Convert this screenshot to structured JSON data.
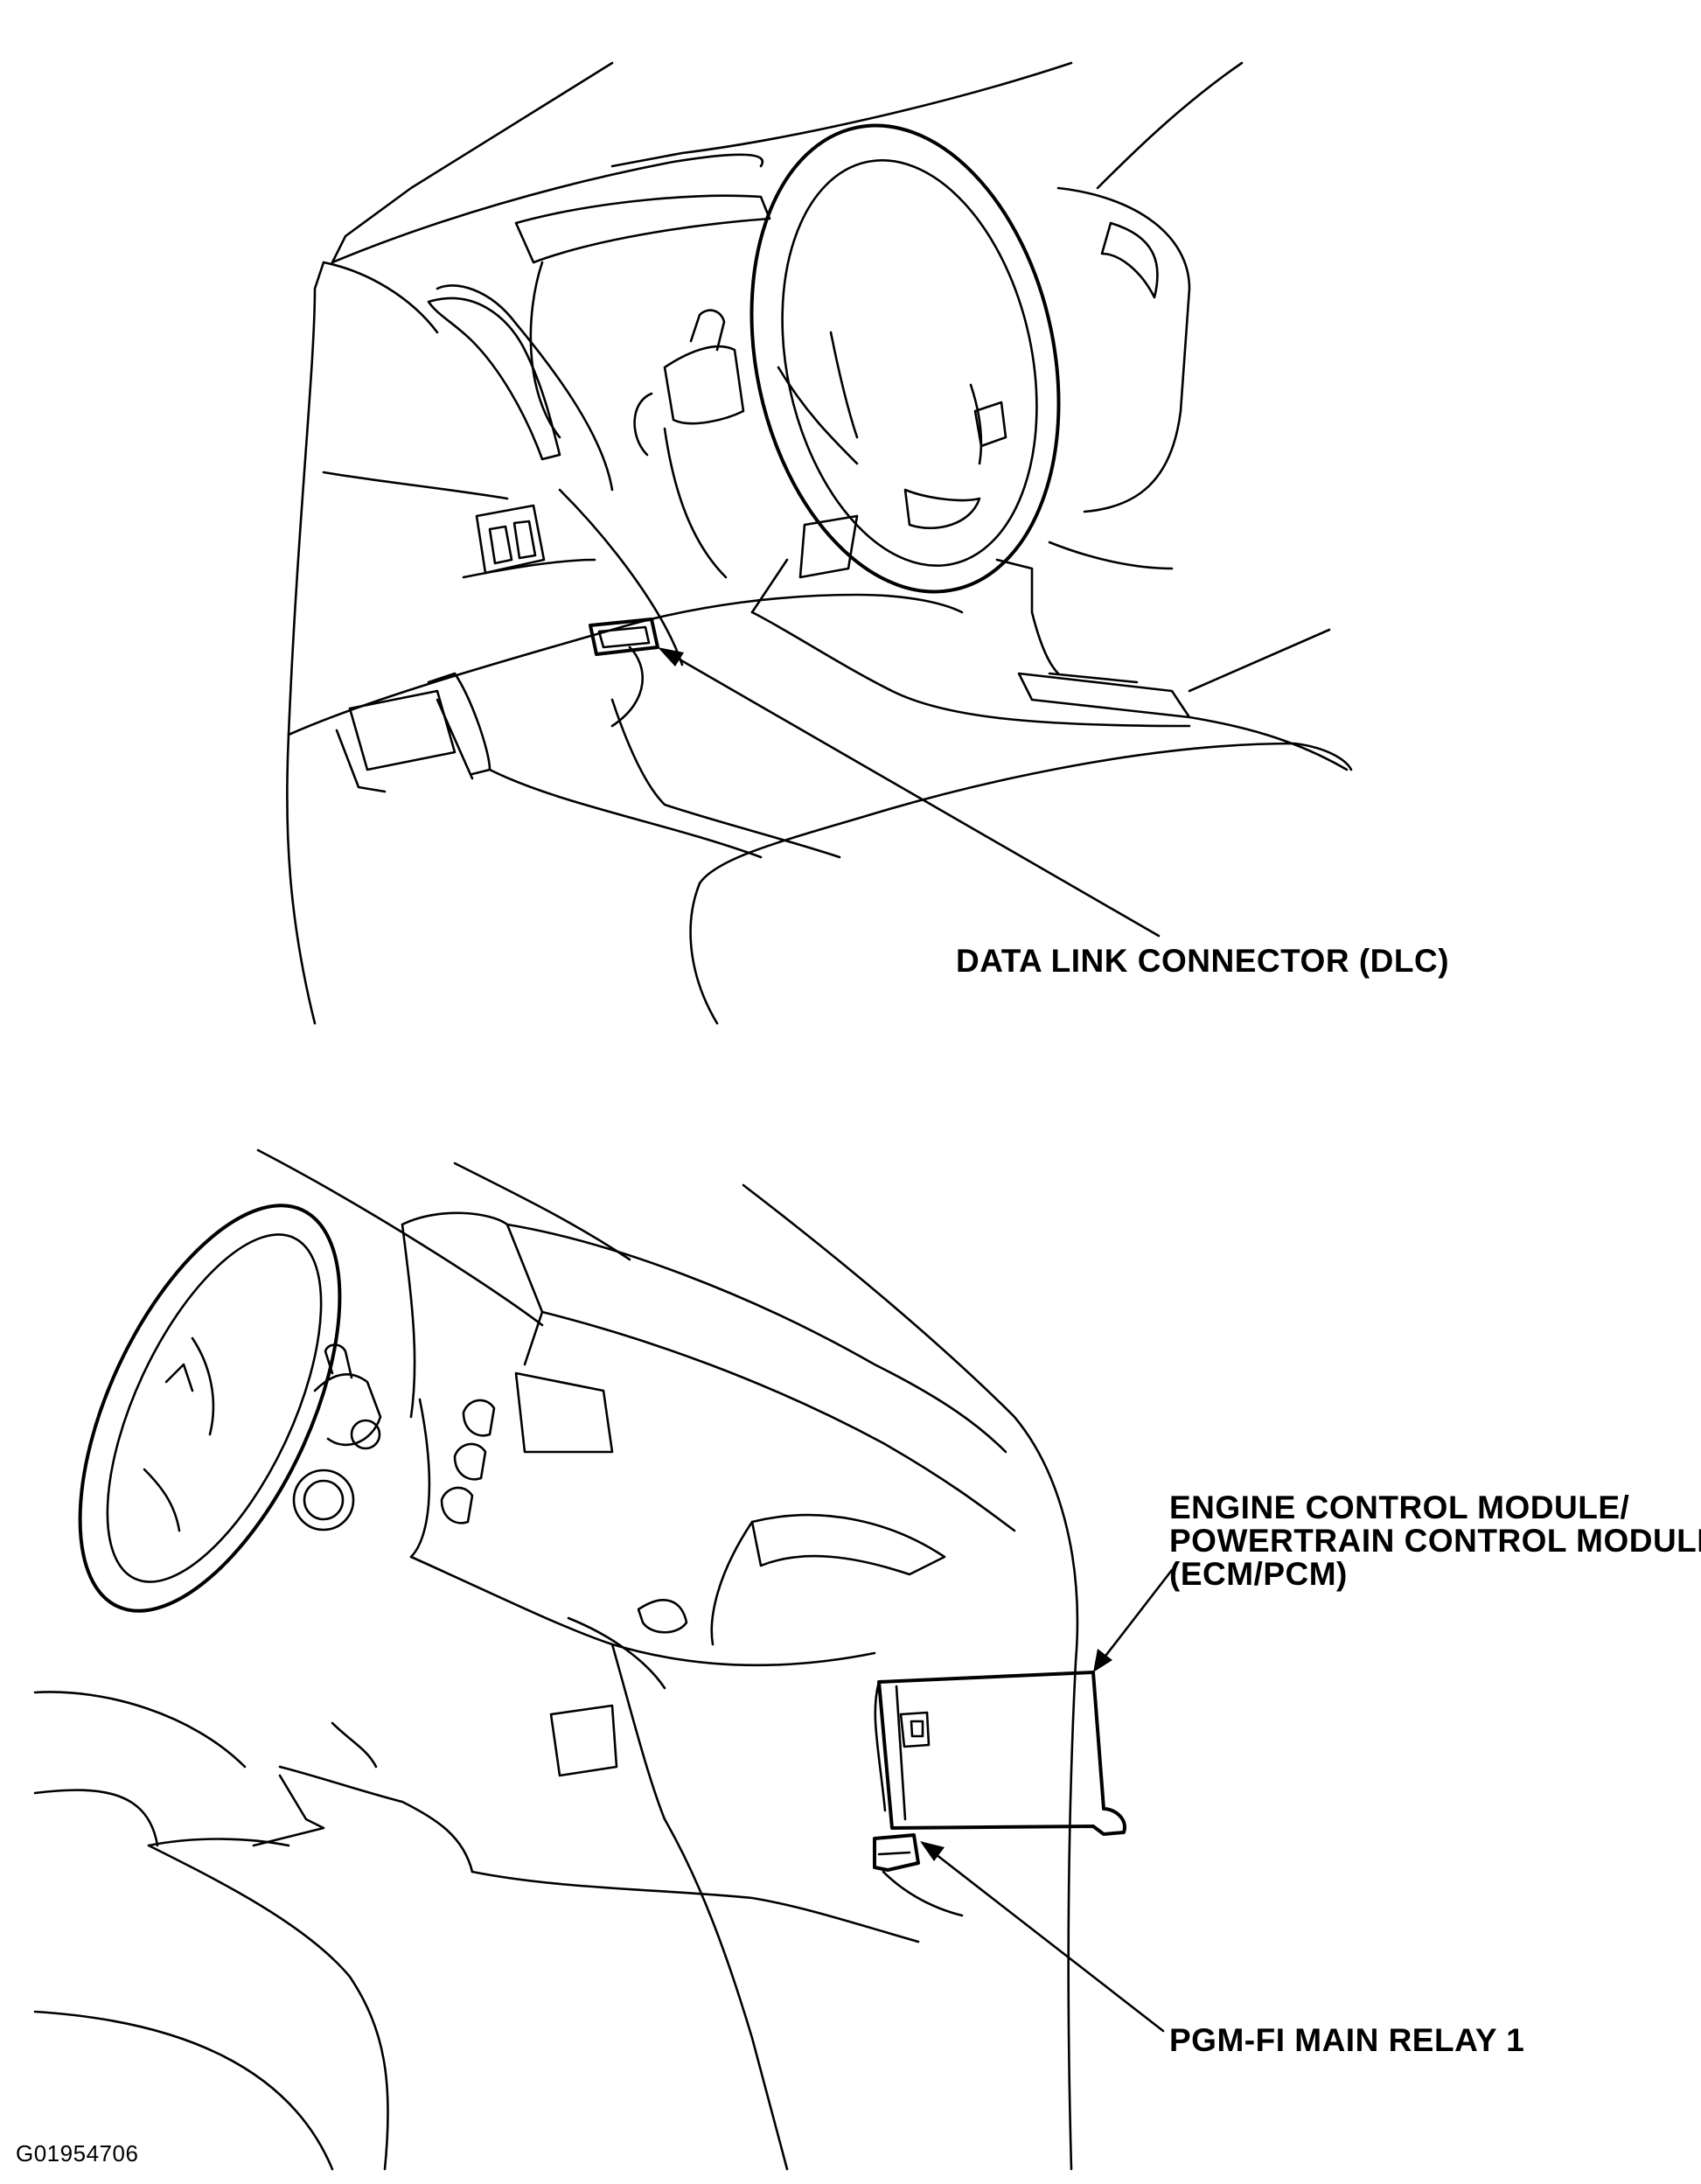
{
  "labels": {
    "dlc": "DATA LINK CONNECTOR (DLC)",
    "ecm_line1": "ENGINE CONTROL MODULE/",
    "ecm_line2": "POWERTRAIN CONTROL MODULE",
    "ecm_line3": "(ECM/PCM)",
    "relay": "PGM-FI MAIN RELAY 1"
  },
  "figure_code": "G01954706"
}
